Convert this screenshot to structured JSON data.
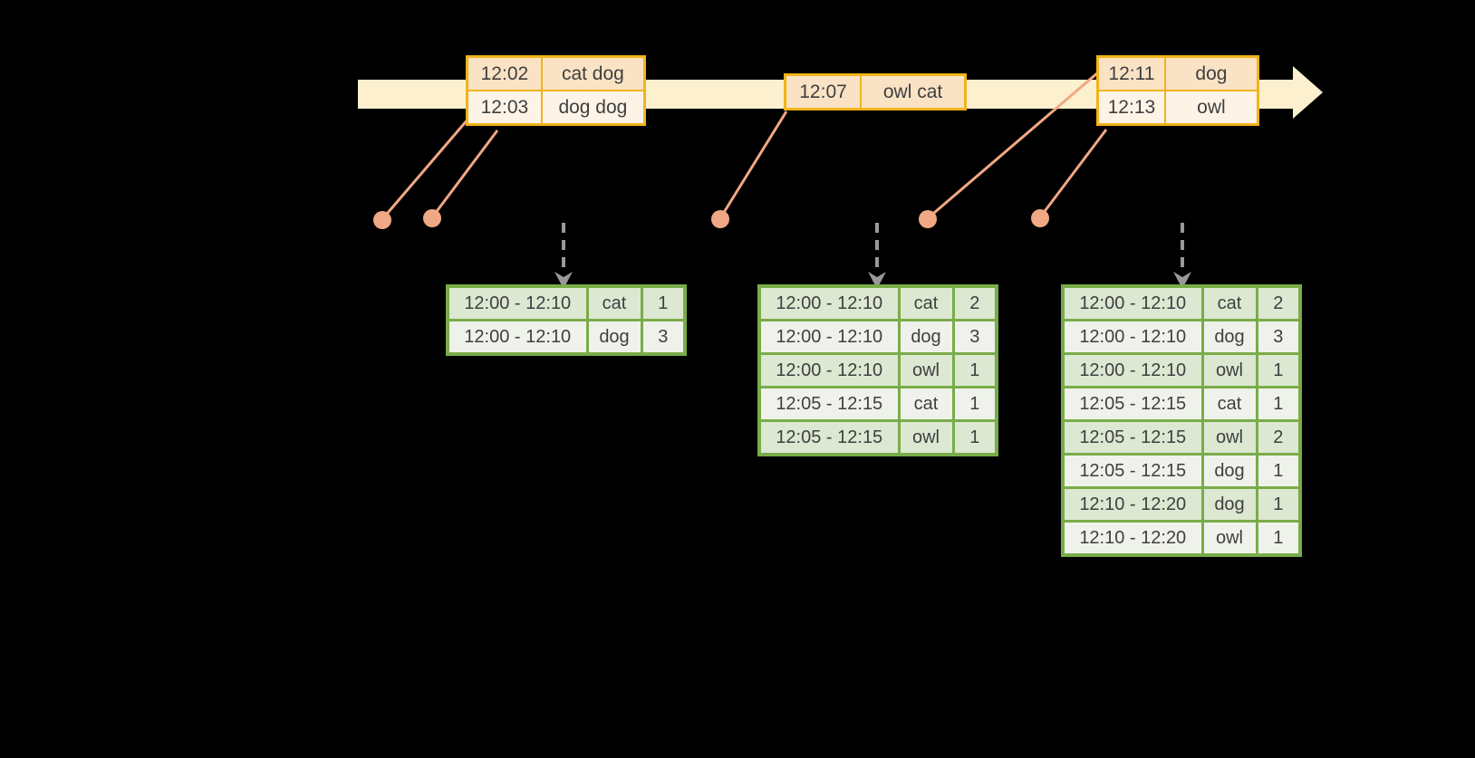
{
  "colors": {
    "background": "#000000",
    "timeline_band": "#FCF0CE",
    "event_border": "#F2B31C",
    "event_row_dark": "#FAE3C5",
    "event_row_light": "#FDF4E7",
    "connector": "#F1A884",
    "result_border": "#79AC49",
    "result_row_dark": "#DCE8D2",
    "result_row_light": "#EFF2EA",
    "trigger_arrow": "#999999",
    "text": "#3F3F3F"
  },
  "timeline": {
    "event_batches": [
      {
        "rows": [
          [
            "12:02",
            "cat dog"
          ],
          [
            "12:03",
            "dog dog"
          ]
        ]
      },
      {
        "rows": [
          [
            "12:07",
            "owl cat"
          ]
        ]
      },
      {
        "rows": [
          [
            "12:11",
            "dog"
          ],
          [
            "12:13",
            "owl"
          ]
        ]
      }
    ]
  },
  "result_tables": [
    {
      "rows": [
        [
          "12:00 - 12:10",
          "cat",
          "1"
        ],
        [
          "12:00 - 12:10",
          "dog",
          "3"
        ]
      ]
    },
    {
      "rows": [
        [
          "12:00 - 12:10",
          "cat",
          "2"
        ],
        [
          "12:00 - 12:10",
          "dog",
          "3"
        ],
        [
          "12:00 - 12:10",
          "owl",
          "1"
        ],
        [
          "12:05 - 12:15",
          "cat",
          "1"
        ],
        [
          "12:05 - 12:15",
          "owl",
          "1"
        ]
      ]
    },
    {
      "rows": [
        [
          "12:00 - 12:10",
          "cat",
          "2"
        ],
        [
          "12:00 - 12:10",
          "dog",
          "3"
        ],
        [
          "12:00 - 12:10",
          "owl",
          "1"
        ],
        [
          "12:05 - 12:15",
          "cat",
          "1"
        ],
        [
          "12:05 - 12:15",
          "owl",
          "2"
        ],
        [
          "12:05 - 12:15",
          "dog",
          "1"
        ],
        [
          "12:10 - 12:20",
          "dog",
          "1"
        ],
        [
          "12:10 - 12:20",
          "owl",
          "1"
        ]
      ]
    }
  ]
}
